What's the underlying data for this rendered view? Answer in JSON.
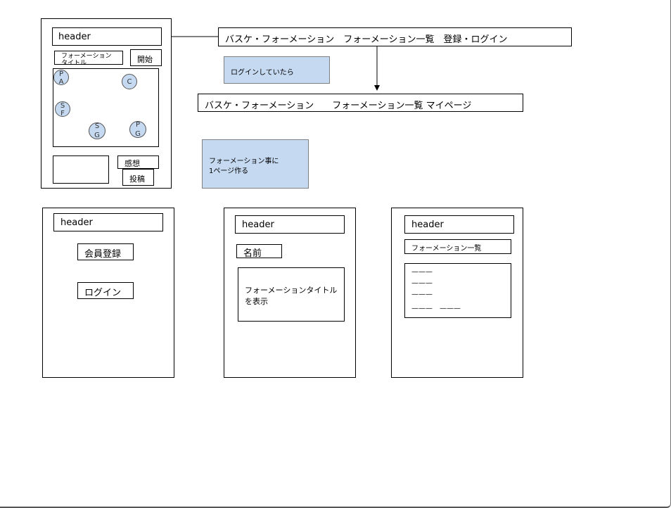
{
  "nav_bar_top": "バスケ・フォーメーション　フォーメーション一覧　登録・ログイン",
  "nav_bar_loggedin": "バスケ・フォーメーション　　フォーメーション一覧 マイページ",
  "note_logged_in": "ログインしていたら",
  "note_per_formation": {
    "line1": "フォーメーション事に",
    "line2": "1ページ作る"
  },
  "detail_page": {
    "header": "header",
    "title_label": {
      "line1": "フォーメーション",
      "line2": "タイトル"
    },
    "start_button": "開始",
    "players": [
      {
        "l1": "P",
        "l2": "A"
      },
      {
        "l1": "C",
        "l2": ""
      },
      {
        "l1": "S",
        "l2": "F"
      },
      {
        "l1": "S",
        "l2": "G"
      },
      {
        "l1": "P",
        "l2": "G"
      }
    ],
    "impression_label": "感想",
    "post_button": "投稿"
  },
  "auth_page": {
    "header": "header",
    "register_button": "会員登録",
    "login_button": "ログイン"
  },
  "mypage": {
    "header": "header",
    "name_label": "名前",
    "titles_box": {
      "line1": "フォーメーションタイトル",
      "line2": "を表示"
    }
  },
  "list_page": {
    "header": "header",
    "list_title": "フォーメーション一覧",
    "items": [
      "———",
      "———",
      "———",
      "———　———"
    ]
  }
}
